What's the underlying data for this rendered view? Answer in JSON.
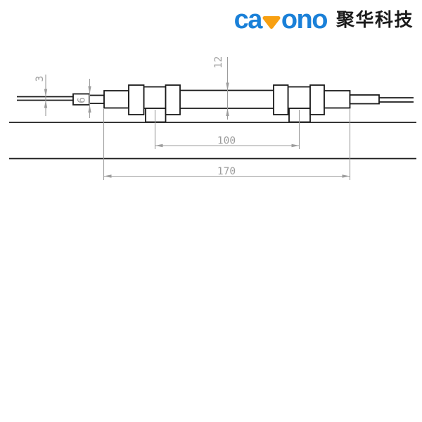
{
  "logo": {
    "wordmark_prefix": "ca",
    "wordmark_suffix": "ono",
    "company_name": "聚华科技",
    "wordmark_color": "#1a80d8",
    "triangle_color": "#f8a011"
  },
  "drawing": {
    "colors": {
      "outline": "#1a1a1a",
      "dimension": "#9c9c9c",
      "background": "#ffffff"
    },
    "dims": {
      "lead_wire": "3",
      "terminal_sleeve": "6",
      "tube_diameter": "12",
      "clamp_spacing": "100",
      "overall_body": "170"
    }
  }
}
